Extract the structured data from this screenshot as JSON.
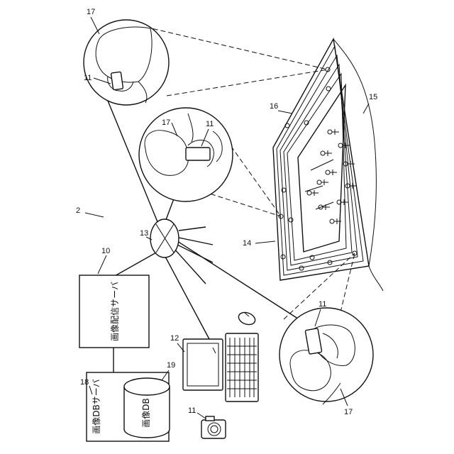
{
  "labels": {
    "system": "2",
    "image_distribution_server": "10",
    "user_terminal": "11",
    "terminal_pc": "12",
    "network": "13",
    "seating": "14",
    "field": "15",
    "stand": "16",
    "person": "17",
    "image_db_server": "18",
    "image_db": "19"
  },
  "boxes": {
    "image_distribution_server": "画像配信サーバ",
    "image_db_server": "画像DBサーバ",
    "image_db": "画像DB"
  }
}
